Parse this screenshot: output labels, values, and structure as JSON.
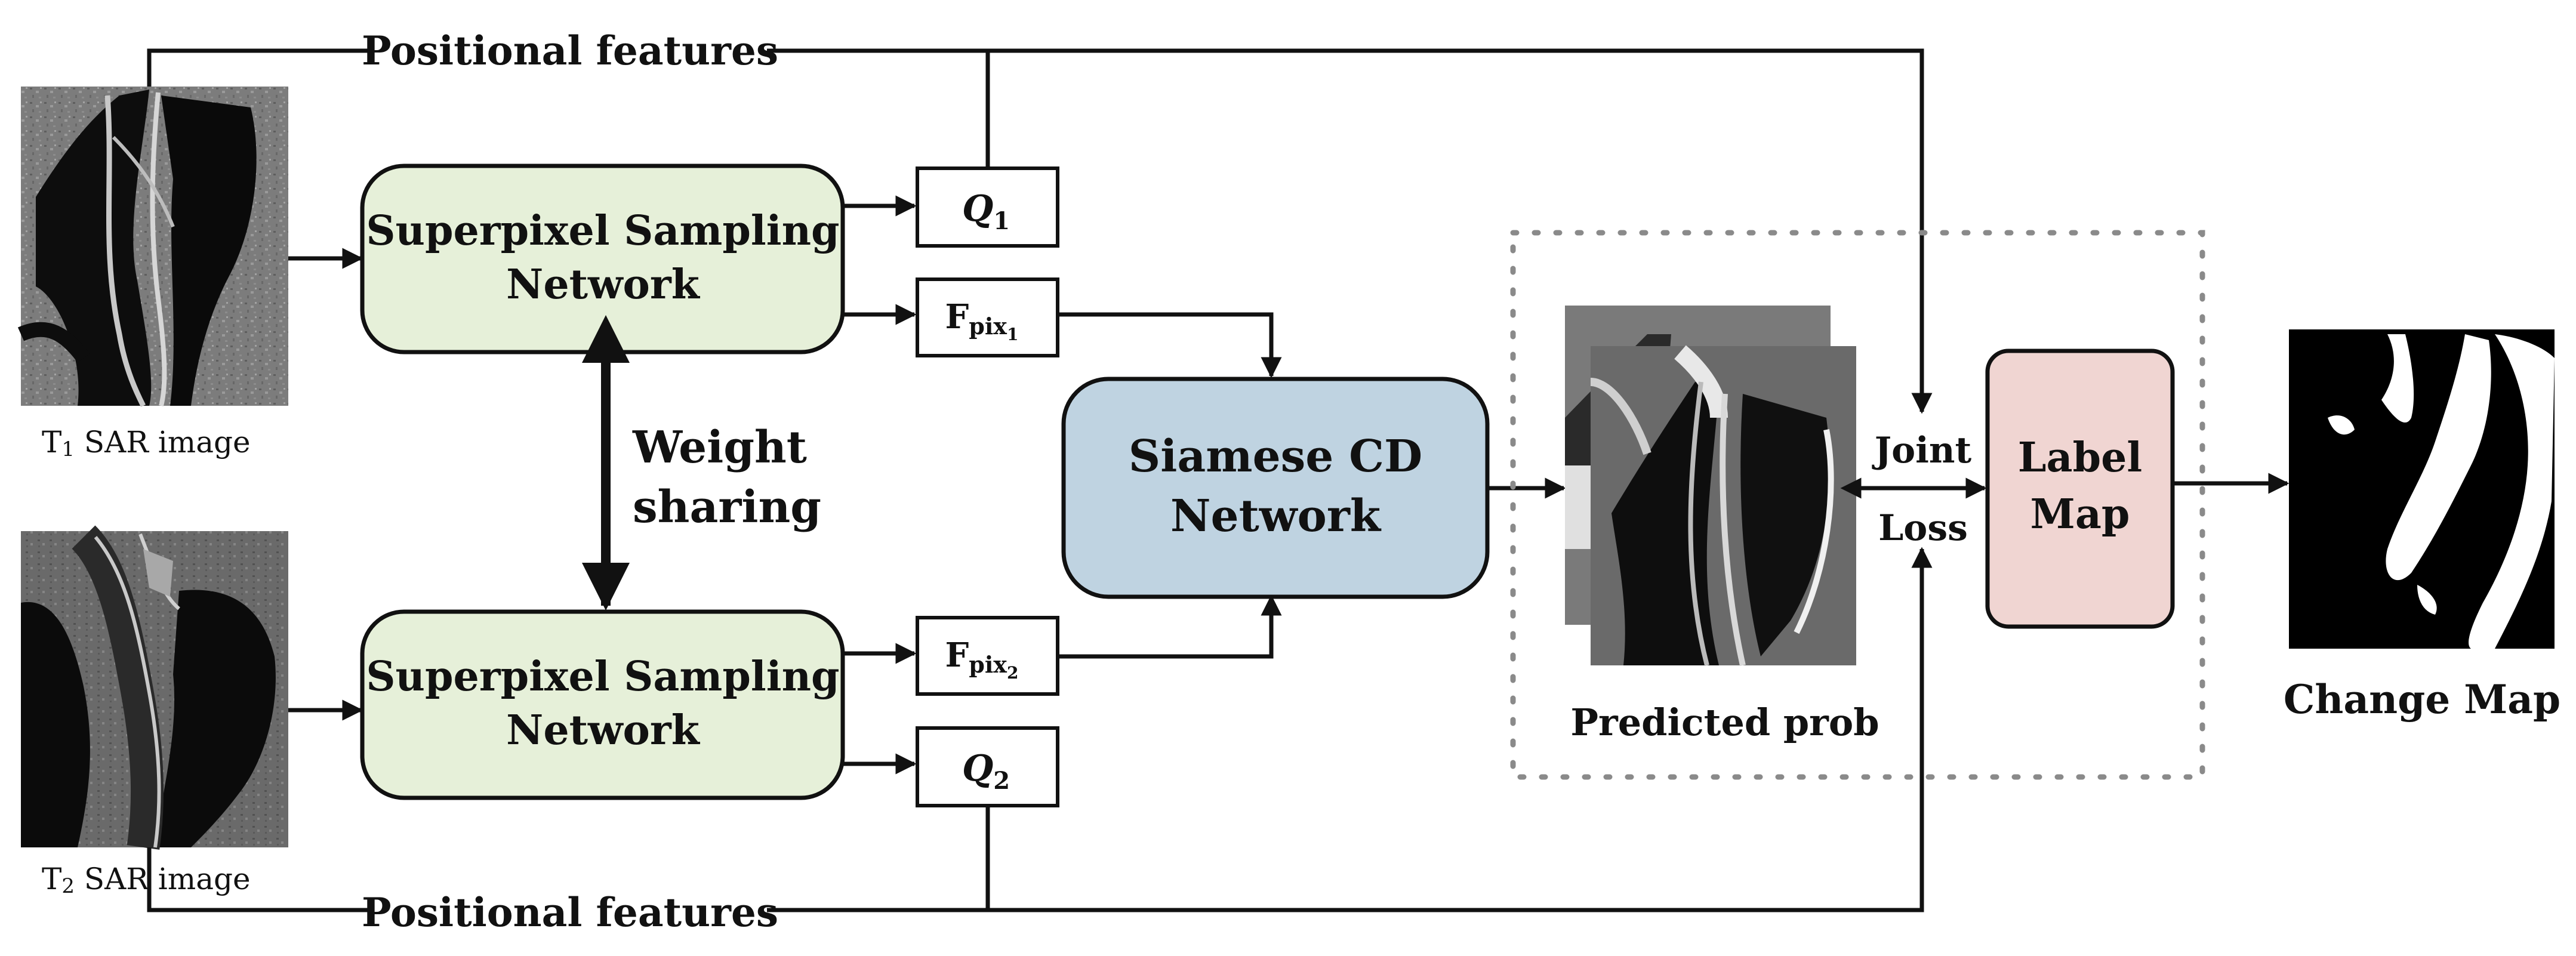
{
  "positional_top": "Positional features",
  "positional_bottom": "Positional features",
  "t1_label": "T",
  "t1_sub": "1",
  "t1_rest": " SAR image",
  "t2_label": "T",
  "t2_sub": "2",
  "t2_rest": " SAR image",
  "ssn_top": {
    "line1": "Superpixel Sampling",
    "line2": "Network"
  },
  "ssn_bottom": {
    "line1": "Superpixel Sampling",
    "line2": "Network"
  },
  "weight_sharing": {
    "line1": "Weight",
    "line2": "sharing"
  },
  "q1": {
    "main": "Q",
    "sub": "1"
  },
  "q2": {
    "main": "Q",
    "sub": "2"
  },
  "fpix1": {
    "main": "F",
    "sub": "pix",
    "subsub": "1"
  },
  "fpix2": {
    "main": "F",
    "sub": "pix",
    "subsub": "2"
  },
  "siamese": {
    "line1": "Siamese CD",
    "line2": "Network"
  },
  "predicted": "Predicted prob",
  "joint_loss": {
    "line1": "Joint",
    "line2": "Loss"
  },
  "label_map": {
    "line1": "Label",
    "line2": "Map"
  },
  "change_map": "Change Map",
  "colors": {
    "ssn_fill": "#e6f0d9",
    "siamese_fill": "#bfd3e1",
    "label_fill": "#f0d5d2",
    "stroke": "#111111"
  }
}
